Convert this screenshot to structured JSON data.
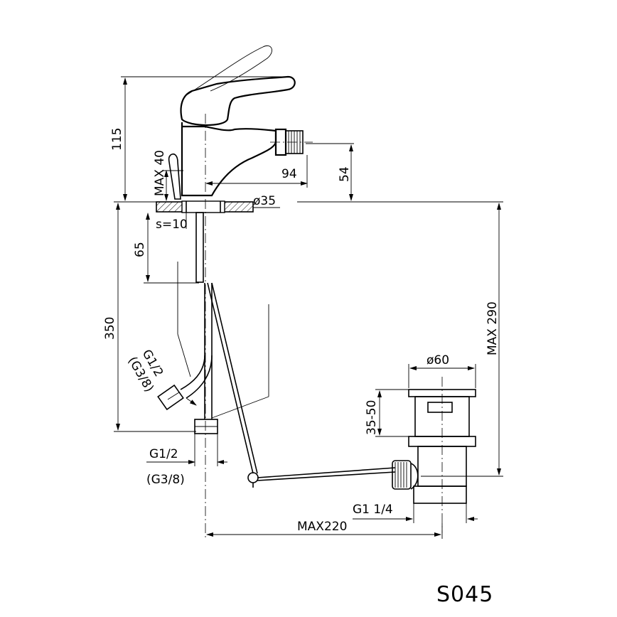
{
  "model_code": "S045",
  "dimensions": {
    "height_115": "115",
    "max_40": "MAX  40",
    "d94": "94",
    "d54": "54",
    "dia35": "ø35",
    "s10": "s=10",
    "d65": "65",
    "d350": "350",
    "max290": "MAX  290",
    "g12_hose": "G1/2",
    "g38_hose": "(G3/8)",
    "g12_bottom": "G1/2",
    "g38_bottom": "(G3/8)",
    "dia60": "ø60",
    "d35_50": "35-50",
    "g1_14": "G1  1/4",
    "max220": "MAX220"
  },
  "colors": {
    "line": "#000000",
    "background": "#ffffff"
  }
}
